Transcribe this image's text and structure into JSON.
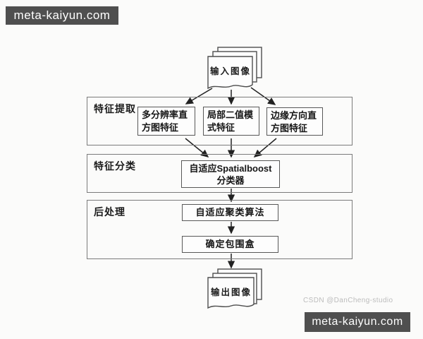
{
  "banner": {
    "text": "meta-kaiyun.com"
  },
  "watermark": {
    "text": "CSDN @DanCheng-studio"
  },
  "flow": {
    "input": {
      "label": "输入图像"
    },
    "output": {
      "label": "输出图像"
    },
    "sections": [
      {
        "label": "特征提取",
        "boxes": [
          {
            "lines": [
              "多分辨率直",
              "方图特征"
            ]
          },
          {
            "lines": [
              "局部二值模",
              "式特征"
            ]
          },
          {
            "lines": [
              "边缘方向直",
              "方图特征"
            ]
          }
        ]
      },
      {
        "label": "特征分类",
        "boxes": [
          {
            "lines": [
              "自适应Spatialboost",
              "分类器"
            ]
          }
        ]
      },
      {
        "label": "后处理",
        "boxes": [
          {
            "lines": [
              "自适应聚类算法"
            ]
          },
          {
            "lines": [
              "确定包围盒"
            ]
          }
        ]
      }
    ]
  },
  "colors": {
    "banner_bg": "#4f4f4f",
    "banner_text": "#ffffff",
    "section_border": "#7b7b7b",
    "box_border": "#585858",
    "arrow": "#222222",
    "watermark_text": "#bcbcbc",
    "background": "#fbfbfa"
  }
}
